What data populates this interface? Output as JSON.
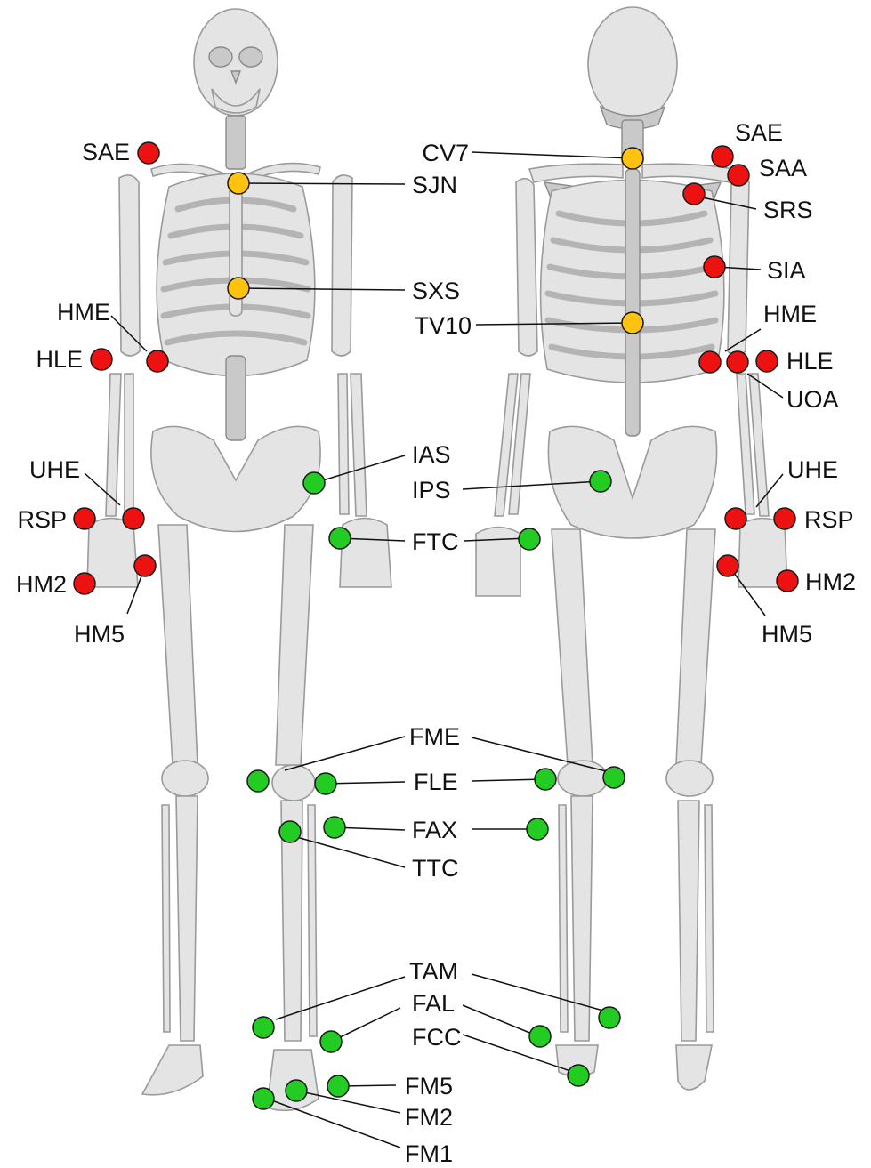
{
  "colors": {
    "upper_limb": "#ee1111",
    "trunk": "#ffc20e",
    "lower_limb": "#22cc22"
  },
  "labels": {
    "front": {
      "SAE": "SAE",
      "SJN": "SJN",
      "SXS": "SXS",
      "HME": "HME",
      "HLE": "HLE",
      "UHE": "UHE",
      "RSP": "RSP",
      "HM2": "HM2",
      "HM5": "HM5",
      "IAS": "IAS",
      "FTC": "FTC",
      "FME": "FME",
      "FLE": "FLE",
      "FAX": "FAX",
      "TTC": "TTC",
      "TAM": "TAM",
      "FAL": "FAL",
      "FCC": "FCC",
      "FM5": "FM5",
      "FM2": "FM2",
      "FM1": "FM1"
    },
    "back": {
      "CV7": "CV7",
      "SAE": "SAE",
      "SAA": "SAA",
      "SRS": "SRS",
      "SIA": "SIA",
      "TV10": "TV10",
      "HME": "HME",
      "HLE": "HLE",
      "UOA": "UOA",
      "IPS": "IPS",
      "UHE": "UHE",
      "RSP": "RSP",
      "HM2": "HM2",
      "HM5": "HM5"
    }
  }
}
